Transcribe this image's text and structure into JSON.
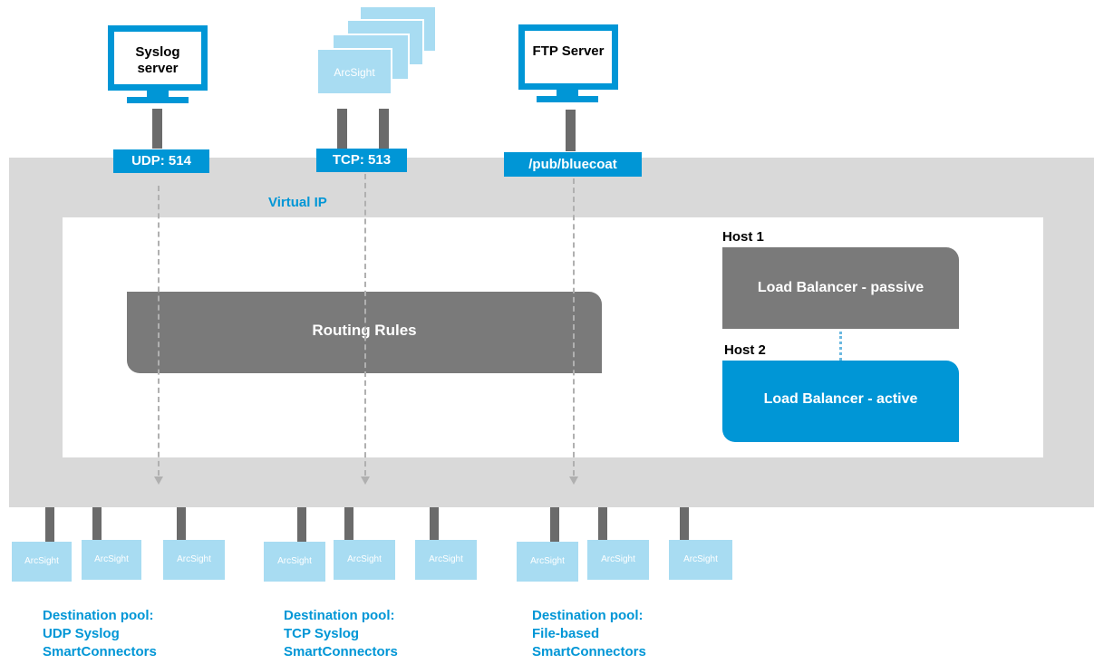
{
  "sources": {
    "syslog": {
      "label_line1": "Syslog",
      "label_line2": "server",
      "port": "UDP: 514"
    },
    "arcsight_stack": {
      "label": "ArcSight",
      "port": "TCP: 513"
    },
    "ftp": {
      "label": "FTP Server",
      "port": "/pub/bluecoat"
    }
  },
  "virtual_ip": "Virtual IP",
  "routing_rules": "Routing Rules",
  "hosts": [
    {
      "label": "Host 1",
      "balancer": "Load Balancer - passive"
    },
    {
      "label": "Host 2",
      "balancer": "Load Balancer - active"
    }
  ],
  "destination_node_label": "ArcSight",
  "pools": [
    {
      "line1": "Destination pool:",
      "line2": "UDP Syslog",
      "line3": "SmartConnectors"
    },
    {
      "line1": "Destination pool:",
      "line2": "TCP Syslog",
      "line3": "SmartConnectors"
    },
    {
      "line1": "Destination pool:",
      "line2": "File-based",
      "line3": "SmartConnectors"
    }
  ],
  "colors": {
    "accent": "#0096d6",
    "light_node": "#a8dcf2",
    "dark_gray": "#6b6b6b",
    "band_gray": "#d9d9d9"
  }
}
